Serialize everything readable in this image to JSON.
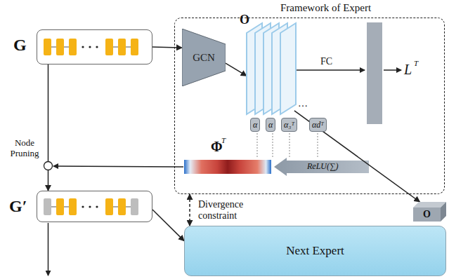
{
  "diagram": {
    "nodes": [
      {
        "text": [
          "G"
        ]
      },
      {
        "text": [
          "Framework of Expert"
        ]
      },
      {
        "text": [
          "GCN"
        ],
        "in": 1
      },
      {
        "text": [
          "O"
        ],
        "in": 1
      },
      {
        "text": [
          "G′"
        ]
      },
      {
        "text": [
          "O"
        ]
      },
      {
        "text": [
          "Next Expert"
        ]
      }
    ],
    "edges": [
      {
        "from": 0,
        "to": 2,
        "arrow": "to"
      },
      {
        "from": 2,
        "to": 3,
        "arrow": "to"
      },
      {
        "from": 0,
        "to": 4,
        "arrow": "to"
      },
      {
        "from": 3,
        "to": 5,
        "arrow": "to"
      },
      {
        "from": 4,
        "to": 6,
        "arrow": "to"
      },
      {
        "from": 1,
        "to": 6,
        "label": "Divergence constraint",
        "arrow": "both"
      }
    ],
    "labels": [
      "FC",
      "L",
      "T",
      "…",
      "α",
      "α",
      "α₃ᵀ",
      "αdᵀ",
      "ReLU(∑)",
      "Φ",
      "T",
      "Node Pruning"
    ]
  }
}
